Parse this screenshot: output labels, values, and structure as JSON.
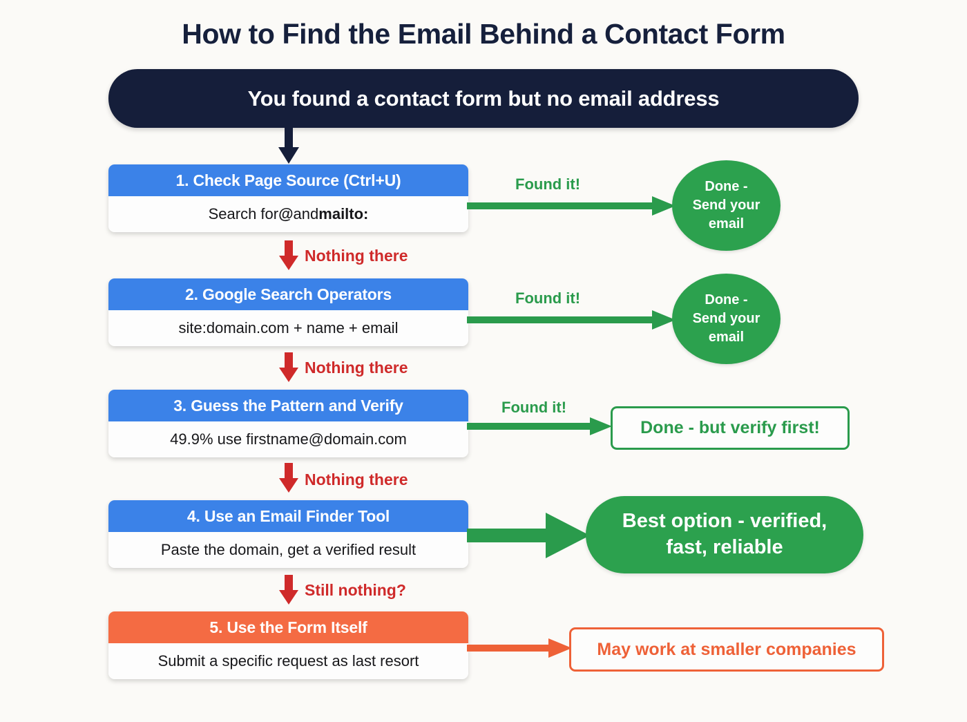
{
  "page": {
    "title": "How to Find the Email Behind a Contact Form",
    "background_color": "#fbfaf7"
  },
  "colors": {
    "navy": "#151e3a",
    "blue": "#3b82e8",
    "green": "#2ca14e",
    "red": "#cf2a2a",
    "orange": "#f46b43",
    "orange_outline": "#ee6137"
  },
  "banner": {
    "text": "You found a contact form but no email address"
  },
  "steps": [
    {
      "id": "step1",
      "header": "1. Check Page Source (Ctrl+U)",
      "body_prefix": "Search for ",
      "body_bold1": "@",
      "body_middle": " and ",
      "body_bold2": "mailto:",
      "header_color": "#3b82e8",
      "fail_label": "Nothing there",
      "branch_label": "Found it!",
      "branch_target": "Done -\nSend your\nemail",
      "branch_target_line1": "Done -",
      "branch_target_line2": "Send your",
      "branch_target_line3": "email"
    },
    {
      "id": "step2",
      "header": "2. Google Search Operators",
      "body": "site:domain.com + name + email",
      "header_color": "#3b82e8",
      "fail_label": "Nothing there",
      "branch_label": "Found it!",
      "branch_target_line1": "Done -",
      "branch_target_line2": "Send your",
      "branch_target_line3": "email"
    },
    {
      "id": "step3",
      "header": "3. Guess the Pattern and Verify",
      "body": "49.9% use firstname@domain.com",
      "header_color": "#3b82e8",
      "fail_label": "Nothing there",
      "branch_label": "Found it!",
      "branch_target": "Done - but verify first!"
    },
    {
      "id": "step4",
      "header": "4. Use an Email Finder Tool",
      "body": "Paste the domain, get a verified result",
      "header_color": "#3b82e8",
      "fail_label": "Still nothing?",
      "branch_label": "",
      "branch_target_line1": "Best option - verified,",
      "branch_target_line2": "fast, reliable"
    },
    {
      "id": "step5",
      "header": "5. Use the Form Itself",
      "body": "Submit a specific request as last resort",
      "header_color": "#f46b43",
      "fail_label": "",
      "branch_label": "",
      "branch_target": "May work at smaller companies"
    }
  ],
  "icons": {
    "down_arrow": "down-arrow-icon",
    "right_arrow": "right-arrow-icon"
  }
}
